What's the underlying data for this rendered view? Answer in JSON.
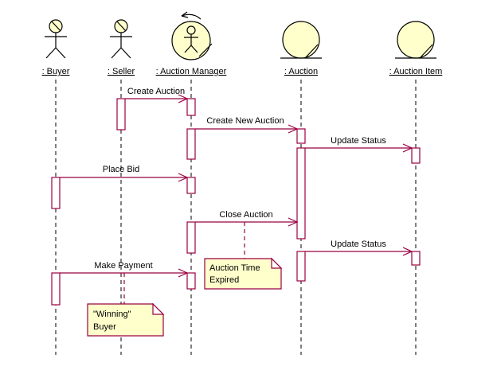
{
  "colors": {
    "message_line": "#990042",
    "shape_fill": "#FFFFCC",
    "note_fill": "#FFFFCC",
    "lifeline": "#000000",
    "text": "#000000",
    "background": "#FFFFFF"
  },
  "objects": [
    {
      "label": ": Buyer",
      "kind": "actor"
    },
    {
      "label": ": Seller",
      "kind": "actor"
    },
    {
      "label": ": Auction Manager",
      "kind": "business-worker"
    },
    {
      "label": ": Auction",
      "kind": "business-entity"
    },
    {
      "label": ": Auction Item",
      "kind": "business-entity"
    }
  ],
  "messages": [
    {
      "label": "Create Auction",
      "from": ": Seller",
      "to": ": Auction Manager"
    },
    {
      "label": "Create New Auction",
      "from": ": Auction Manager",
      "to": ": Auction"
    },
    {
      "label": "Update Status",
      "from": ": Auction",
      "to": ": Auction Item"
    },
    {
      "label": "Place Bid",
      "from": ": Buyer",
      "to": ": Auction Manager"
    },
    {
      "label": "Close Auction",
      "from": ": Auction Manager",
      "to": ": Auction"
    },
    {
      "label": "Update Status",
      "from": ": Auction",
      "to": ": Auction Item"
    },
    {
      "label": "Make Payment",
      "from": ": Buyer",
      "to": ": Auction Manager"
    }
  ],
  "notes": [
    {
      "line1": "Auction Time",
      "line2": "Expired"
    },
    {
      "line1": "\"Winning\"",
      "line2": "Buyer"
    }
  ]
}
